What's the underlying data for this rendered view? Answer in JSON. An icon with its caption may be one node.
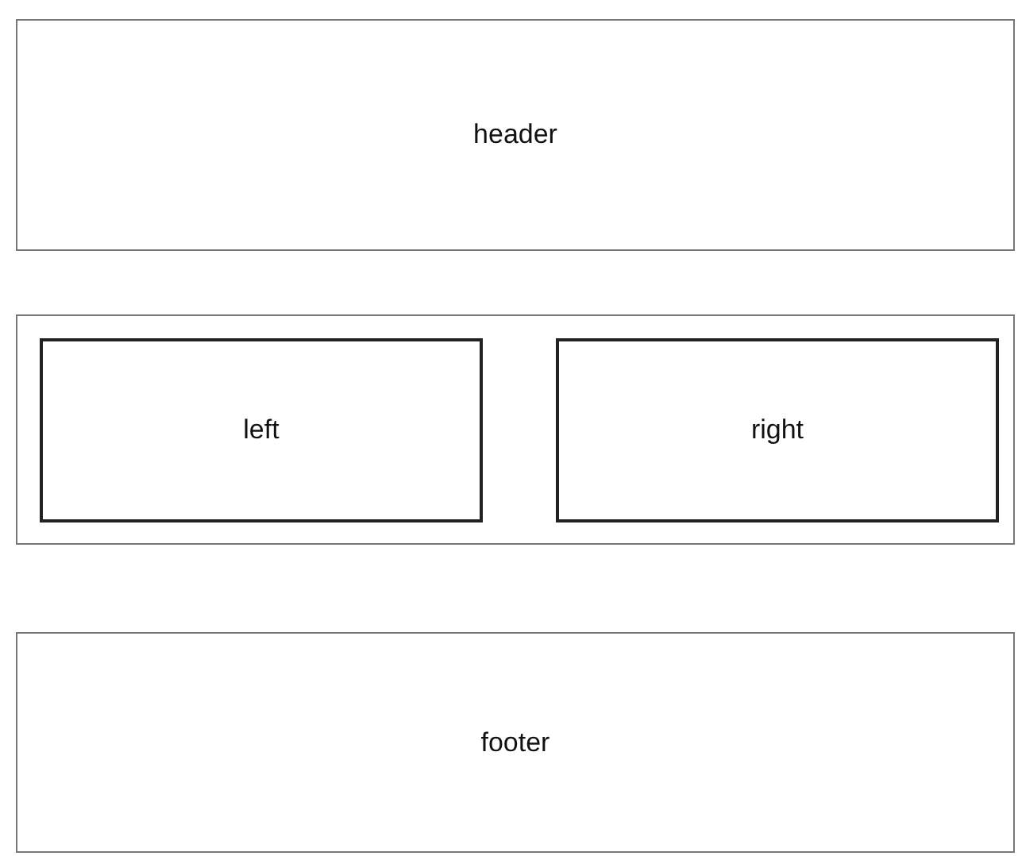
{
  "diagram": {
    "nodes": [
      {
        "text": [
          "header"
        ]
      },
      {
        "text": [],
        "shape": "box"
      },
      {
        "text": [
          "left"
        ],
        "in": 1
      },
      {
        "text": [
          "right"
        ],
        "in": 1
      },
      {
        "text": [
          "footer"
        ]
      }
    ]
  }
}
